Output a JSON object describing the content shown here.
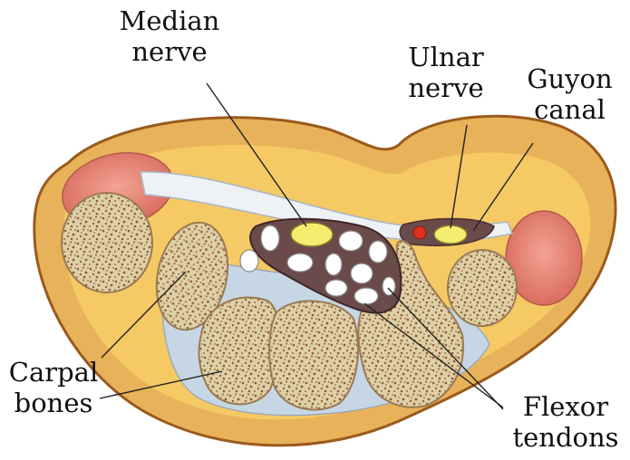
{
  "labels": {
    "median_nerve": [
      "Median",
      "nerve"
    ],
    "ulnar_nerve": [
      "Ulnar",
      "nerve"
    ],
    "guyon_canal": [
      "Guyon",
      "canal"
    ],
    "carpal_bones": [
      "Carpal",
      "bones"
    ],
    "flexor_tendons": [
      "Flexor",
      "tendons"
    ]
  },
  "colors": {
    "skin": "#e8b25a",
    "skin_outline": "#9a5a1c",
    "fat": "#f5c964",
    "bone": "#ddd0a6",
    "bone_speckle": "#8f5a3a",
    "tendon_sheath": "#6b4a4a",
    "tendon": "#ffffff",
    "nerve": "#f3ee70",
    "artery": "#e03020",
    "muscle": "#e9877a",
    "ligament": "#eef1f6",
    "cartilage": "#c6d6e4"
  }
}
